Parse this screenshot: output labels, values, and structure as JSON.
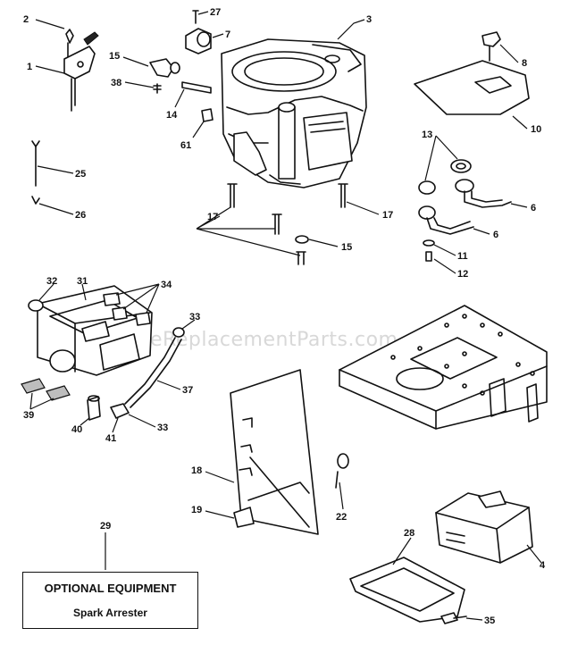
{
  "watermark": "eReplacementParts.com",
  "callout_box": {
    "title": "OPTIONAL EQUIPMENT",
    "subtitle": "Spark Arrester"
  },
  "callouts": {
    "c2": "2",
    "c27": "27",
    "c3": "3",
    "c7": "7",
    "c15a": "15",
    "c38": "38",
    "c1": "1",
    "c14": "14",
    "c61": "61",
    "c8": "8",
    "c10": "10",
    "c13": "13",
    "c6a": "6",
    "c6b": "6",
    "c25": "25",
    "c26": "26",
    "c17a": "17",
    "c17b": "17",
    "c15b": "15",
    "c11": "11",
    "c12": "12",
    "c32": "32",
    "c31": "31",
    "c34": "34",
    "c33a": "33",
    "c37": "37",
    "c33b": "33",
    "c39": "39",
    "c40": "40",
    "c41": "41",
    "c18": "18",
    "c19": "19",
    "c22": "22",
    "c29": "29",
    "c28": "28",
    "c4": "4",
    "c35": "35"
  }
}
